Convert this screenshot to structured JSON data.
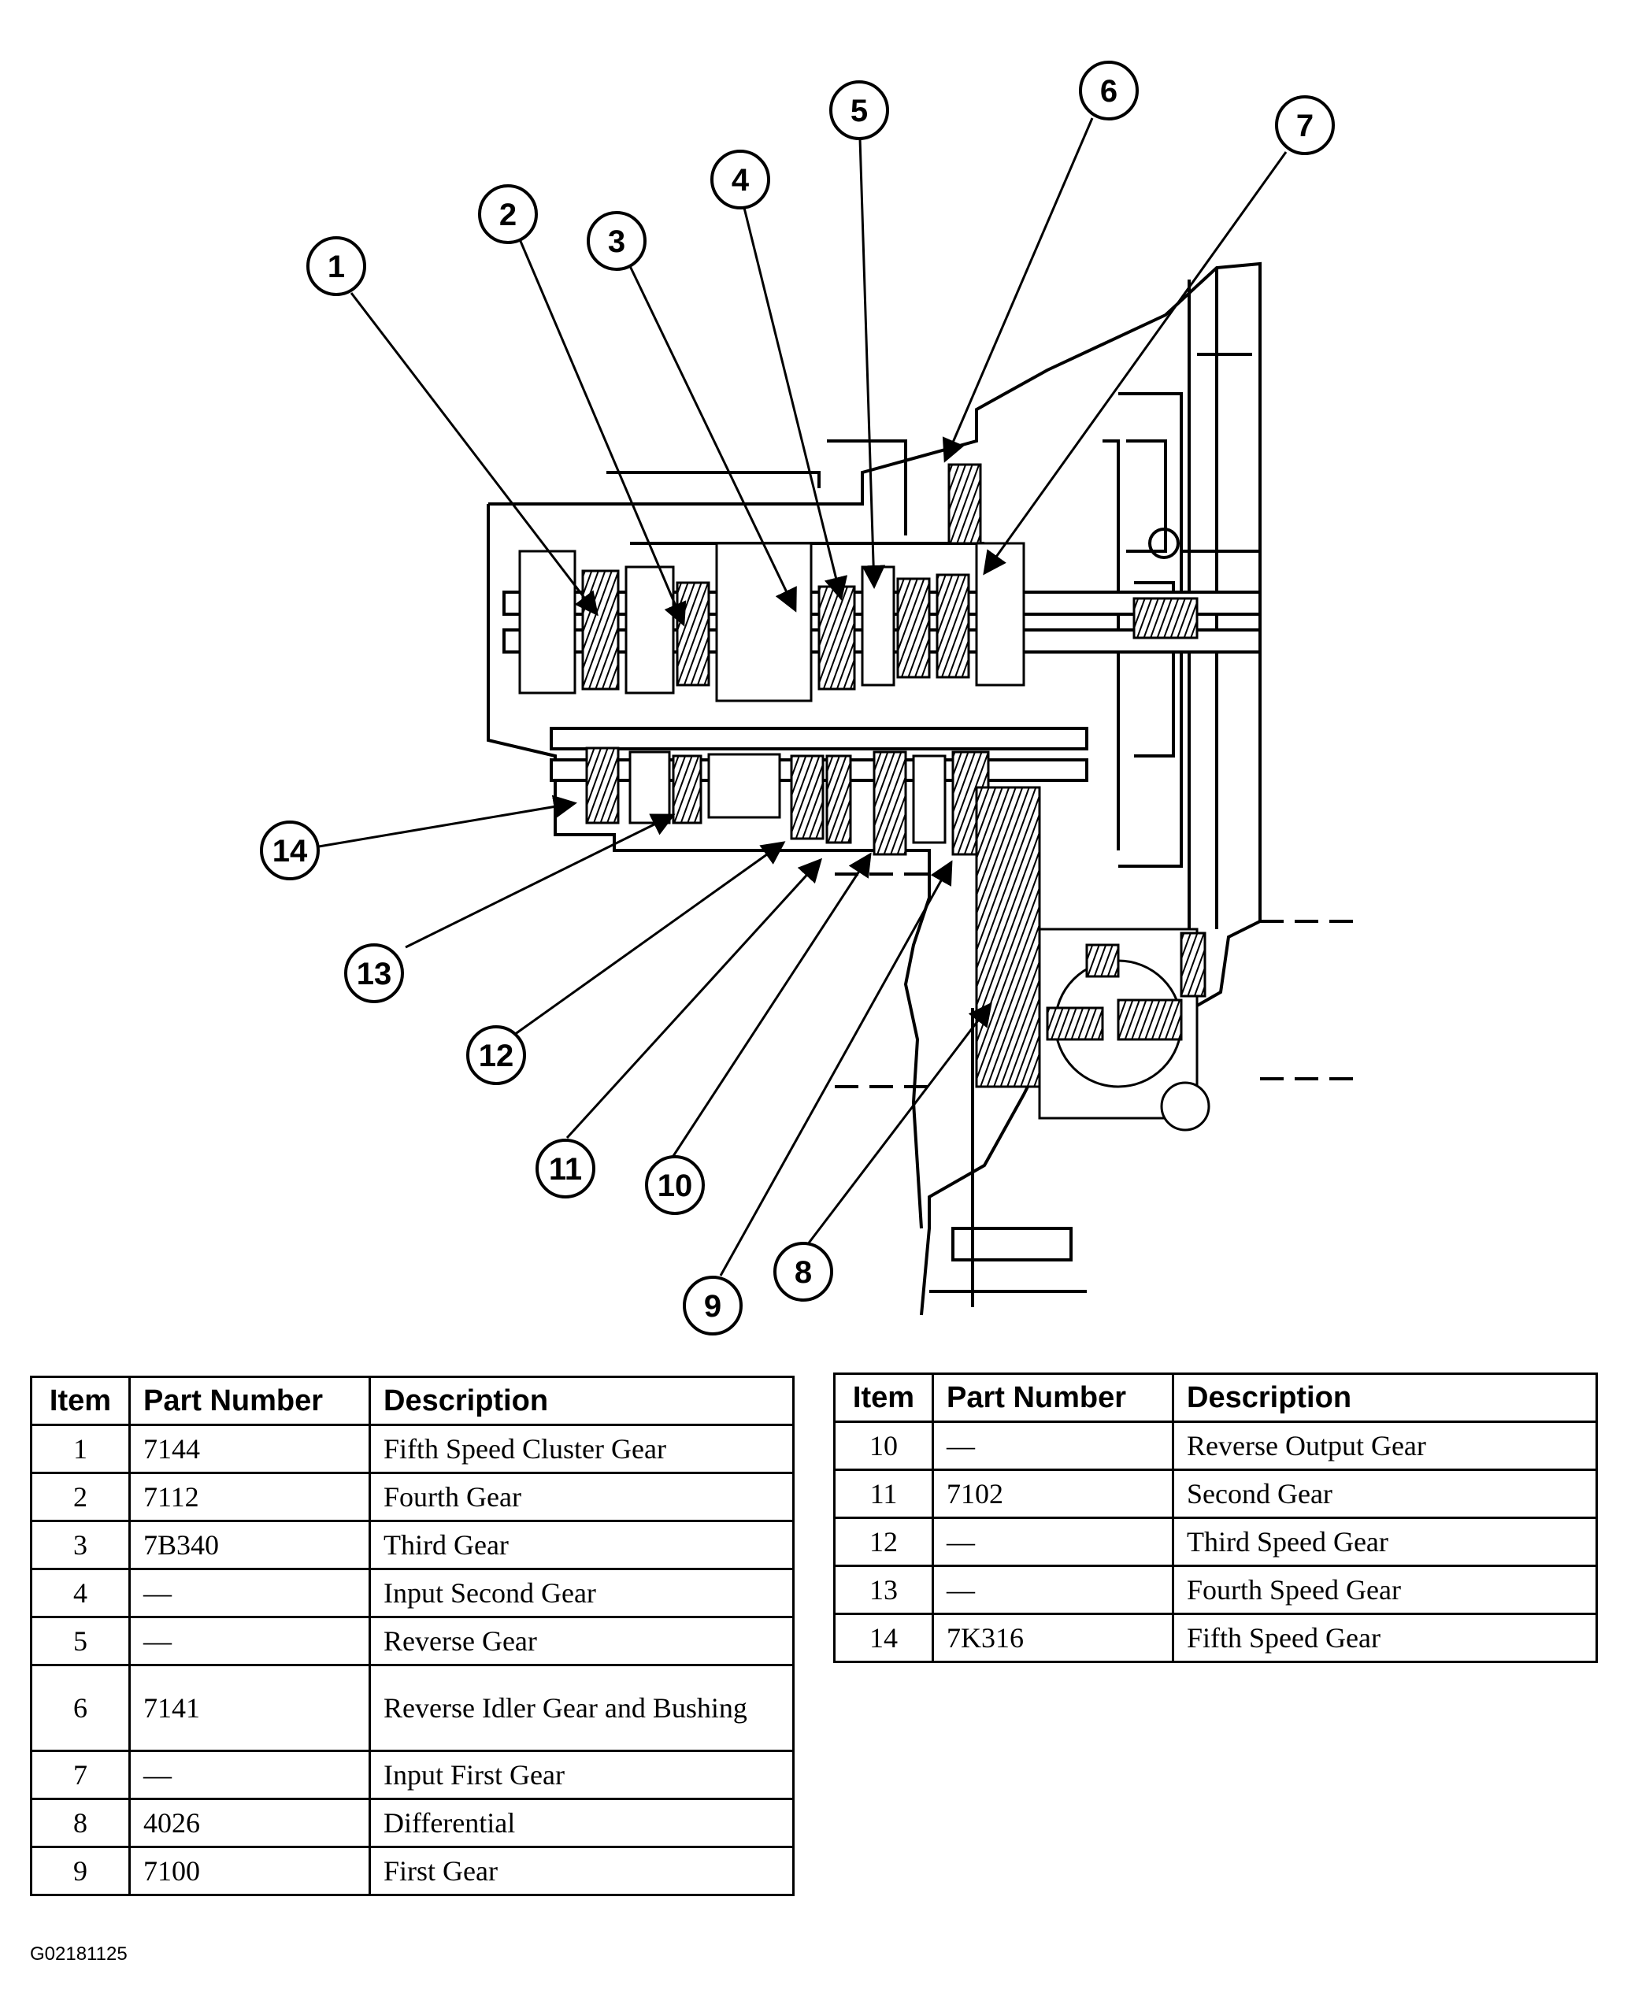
{
  "callouts": [
    "1",
    "2",
    "3",
    "4",
    "5",
    "6",
    "7",
    "8",
    "9",
    "10",
    "11",
    "12",
    "13",
    "14"
  ],
  "table_headers": {
    "item": "Item",
    "part_number": "Part Number",
    "description": "Description"
  },
  "left_table": [
    {
      "item": "1",
      "part": "7144",
      "desc": "Fifth Speed Cluster Gear"
    },
    {
      "item": "2",
      "part": "7112",
      "desc": "Fourth Gear"
    },
    {
      "item": "3",
      "part": "7B340",
      "desc": "Third Gear"
    },
    {
      "item": "4",
      "part": "—",
      "desc": "Input Second Gear"
    },
    {
      "item": "5",
      "part": "—",
      "desc": "Reverse Gear"
    },
    {
      "item": "6",
      "part": "7141",
      "desc": "Reverse Idler Gear and Bushing"
    },
    {
      "item": "7",
      "part": "—",
      "desc": "Input First Gear"
    },
    {
      "item": "8",
      "part": "4026",
      "desc": "Differential"
    },
    {
      "item": "9",
      "part": "7100",
      "desc": "First Gear"
    }
  ],
  "right_table": [
    {
      "item": "10",
      "part": "—",
      "desc": "Reverse Output Gear"
    },
    {
      "item": "11",
      "part": "7102",
      "desc": "Second Gear"
    },
    {
      "item": "12",
      "part": "—",
      "desc": "Third Speed Gear"
    },
    {
      "item": "13",
      "part": "—",
      "desc": "Fourth Speed Gear"
    },
    {
      "item": "14",
      "part": "7K316",
      "desc": "Fifth Speed Gear"
    }
  ],
  "figure_code": "G02181125"
}
